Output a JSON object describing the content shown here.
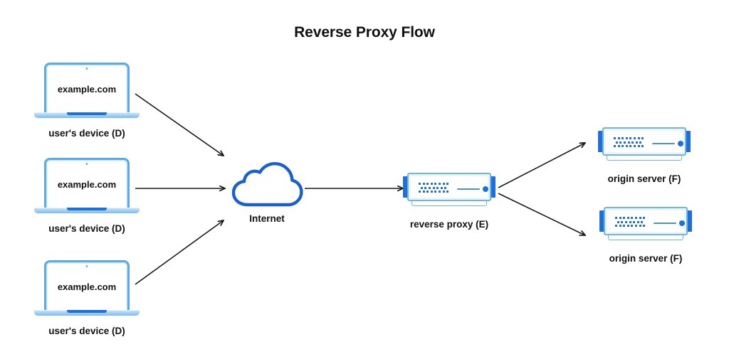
{
  "title": "Reverse Proxy Flow",
  "colors": {
    "accent_blue": "#1f6fd4",
    "light_blue": "#6cb4ea",
    "pale_blue": "#eaf5fd",
    "arrow": "#1a1a1a",
    "text": "#111111",
    "background": "#ffffff"
  },
  "nodes": {
    "devices": [
      {
        "screen_text": "example.com",
        "label": "user's device (D)"
      },
      {
        "screen_text": "example.com",
        "label": "user's device (D)"
      },
      {
        "screen_text": "example.com",
        "label": "user's device (D)"
      }
    ],
    "internet": {
      "label": "Internet"
    },
    "proxy": {
      "label": "reverse proxy (E)"
    },
    "origins": [
      {
        "label": "origin server (F)"
      },
      {
        "label": "origin server (F)"
      }
    ]
  },
  "edges": [
    {
      "from": "user's device (D) top",
      "to": "Internet",
      "direction": "down-right"
    },
    {
      "from": "user's device (D) middle",
      "to": "Internet",
      "direction": "right"
    },
    {
      "from": "user's device (D) bottom",
      "to": "Internet",
      "direction": "up-right"
    },
    {
      "from": "Internet",
      "to": "reverse proxy (E)",
      "direction": "right"
    },
    {
      "from": "reverse proxy (E)",
      "to": "origin server (F) top",
      "direction": "up-right"
    },
    {
      "from": "reverse proxy (E)",
      "to": "origin server (F) bottom",
      "direction": "down-right"
    }
  ]
}
